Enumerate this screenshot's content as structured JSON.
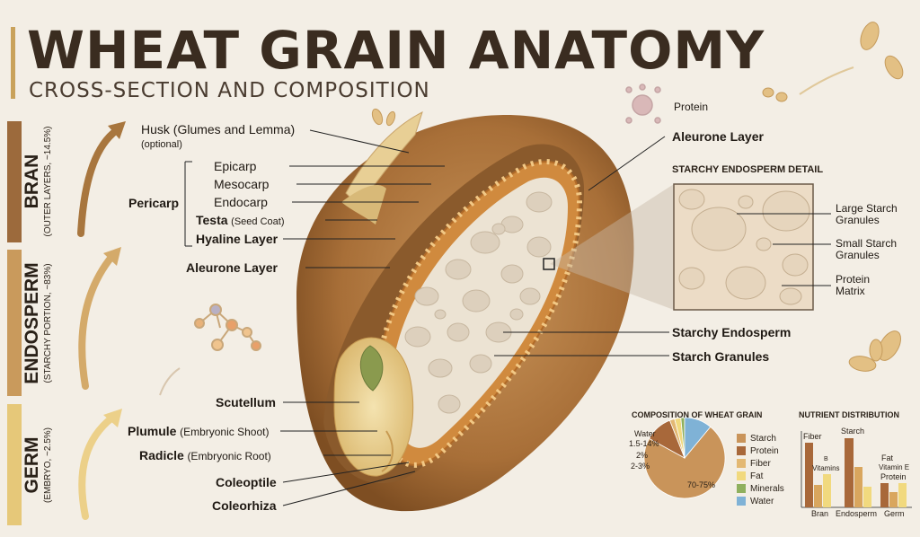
{
  "header": {
    "title": "WHEAT GRAIN ANATOMY",
    "subtitle": "CROSS-SECTION AND COMPOSITION"
  },
  "sections": [
    {
      "name": "BRAN",
      "detail": "(OUTER LAYERS, ~14.5%)",
      "color": "#9c6a3c"
    },
    {
      "name": "ENDOSPERM",
      "detail": "(STARCHY PORTION, ~83%)",
      "color": "#c99a5c"
    },
    {
      "name": "GERM",
      "detail": "(EMBRYO, ~2.5%)",
      "color": "#e6c879"
    }
  ],
  "labels": {
    "husk": "Husk (Glumes and Lemma)",
    "husk_note": "(optional)",
    "pericarp": "Pericarp",
    "epicarp": "Epicarp",
    "mesocarp": "Mesocarp",
    "endocarp": "Endocarp",
    "testa": "Testa",
    "testa_note": "(Seed Coat)",
    "hyaline": "Hyaline Layer",
    "aleurone_left": "Aleurone Layer",
    "aleurone_right": "Aleurone Layer",
    "protein": "Protein",
    "scutellum": "Scutellum",
    "plumule": "Plumule",
    "plumule_note": "(Embryonic Shoot)",
    "radicle": "Radicle",
    "radicle_note": "(Embryonic Root)",
    "coleoptile": "Coleoptile",
    "coleorhiza": "Coleorhiza",
    "starchy_endosperm": "Starchy Endosperm",
    "starch_granules": "Starch Granules"
  },
  "detail": {
    "title": "STARCHY ENDOSPERM DETAIL",
    "large": "Large Starch Granules",
    "small": "Small Starch Granules",
    "matrix": "Protein Matrix"
  },
  "composition": {
    "title": "COMPOSITION OF WHEAT GRAIN",
    "slice_labels": {
      "water": "Water",
      "water_value": "1.5-14%",
      "fiber": "2%",
      "fat": "2-3%",
      "starch": "70-75%"
    },
    "legend": [
      {
        "label": "Starch",
        "color": "#c9945a"
      },
      {
        "label": "Protein",
        "color": "#a8683a"
      },
      {
        "label": "Fiber",
        "color": "#e3b873"
      },
      {
        "label": "Fat",
        "color": "#f1d97e"
      },
      {
        "label": "Minerals",
        "color": "#8fb05e"
      },
      {
        "label": "Water",
        "color": "#7fb2d6"
      }
    ],
    "chart_data": {
      "type": "pie",
      "labels": [
        "Starch",
        "Protein",
        "Fiber",
        "Fat",
        "Minerals",
        "Water"
      ],
      "values": [
        72,
        11,
        2,
        2.5,
        1.5,
        11
      ]
    }
  },
  "nutrients": {
    "title": "NUTRIENT DISTRIBUTION",
    "annotations": {
      "fiber": "Fiber",
      "b": "B",
      "vitamins": "Vitamins",
      "starch": "Starch",
      "fat": "Fat",
      "vitamin_e": "Vitamin E",
      "protein": "Protein"
    },
    "groups": [
      "Bran",
      "Endosperm",
      "Germ"
    ]
  }
}
